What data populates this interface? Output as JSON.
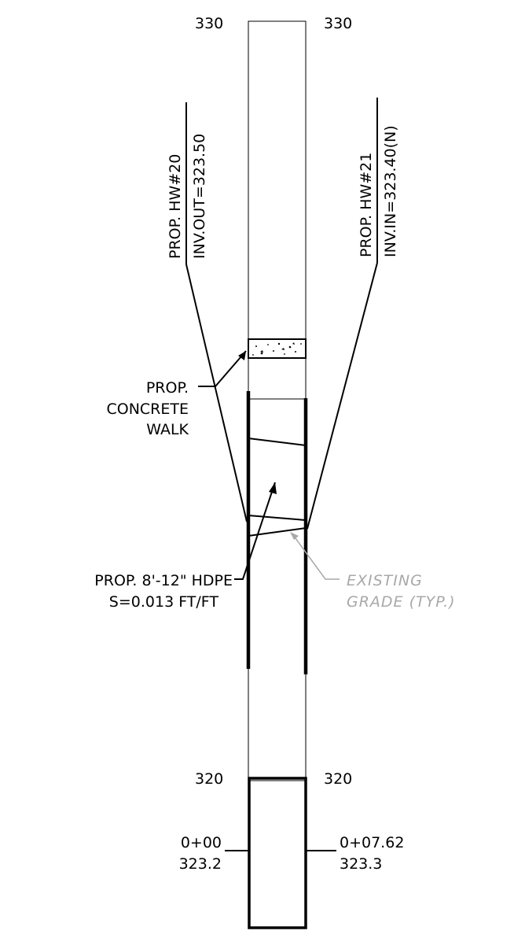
{
  "profile": {
    "elevations": {
      "top_left": "330",
      "top_right": "330",
      "bottom_left": "320",
      "bottom_right": "320"
    },
    "headwalls": {
      "left": {
        "name": "PROP. HW#20",
        "invert": "INV.OUT=323.50"
      },
      "right": {
        "name": "PROP. HW#21",
        "invert": "INV.IN=323.40(N)"
      }
    },
    "walk_label": [
      "PROP.",
      "CONCRETE",
      "WALK"
    ],
    "pipe_label": {
      "line1": "PROP. 8'-12\" HDPE",
      "line2": "S=0.013 FT/FT"
    },
    "existing_grade_label": {
      "line1": "EXISTING",
      "line2": "GRADE (TYP.)"
    },
    "stations": {
      "left": {
        "station": "0+00",
        "elevation": "323.2"
      },
      "right": {
        "station": "0+07.62",
        "elevation": "323.3"
      }
    }
  },
  "colors": {
    "line": "#000000",
    "existing_grade": "#a8a8a8",
    "background": "#ffffff"
  }
}
